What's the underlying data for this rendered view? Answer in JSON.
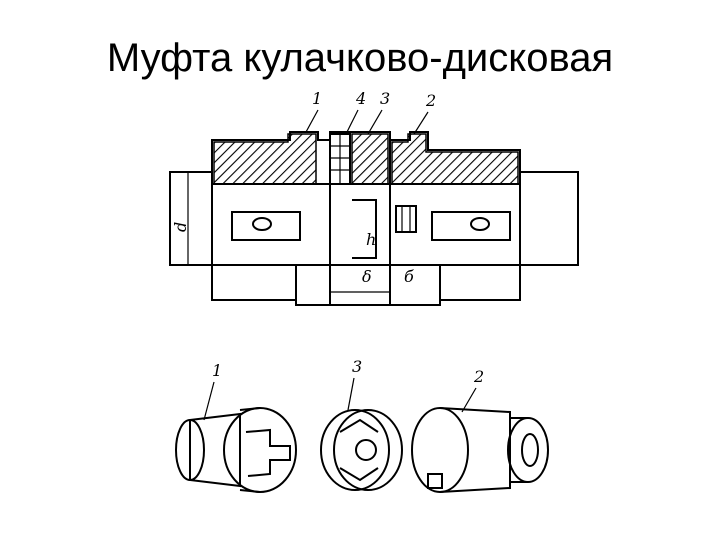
{
  "slide": {
    "title": "Муфта кулачково-дисковая"
  },
  "section_view": {
    "part_labels": [
      "1",
      "4",
      "3",
      "2"
    ],
    "dim_d": "d",
    "dim_h": "h",
    "dim_gap_left": "δ",
    "dim_gap_right": "б"
  },
  "exploded_view": {
    "part_labels": [
      "1",
      "3",
      "2"
    ]
  }
}
